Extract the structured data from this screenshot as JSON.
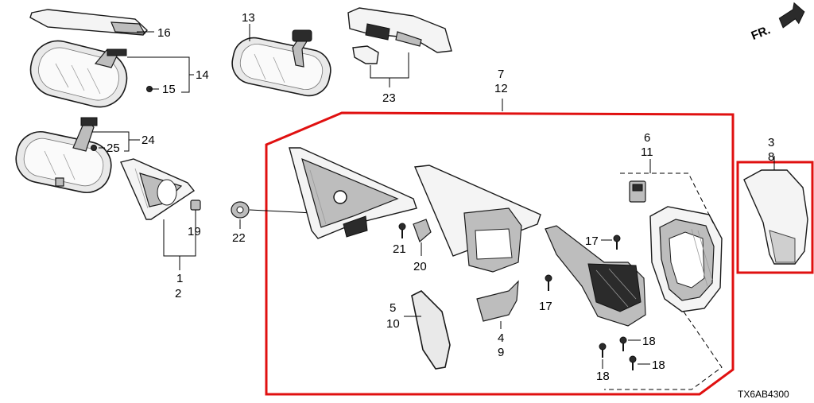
{
  "diagram_code": "TX6AB4300",
  "front_indicator": "FR.",
  "callouts": {
    "c1": "1",
    "c2": "2",
    "c3": "3",
    "c4": "4",
    "c5": "5",
    "c6": "6",
    "c7": "7",
    "c8": "8",
    "c9": "9",
    "c10": "10",
    "c11": "11",
    "c12": "12",
    "c13": "13",
    "c14": "14",
    "c15": "15",
    "c16": "16",
    "c17a": "17",
    "c17b": "17",
    "c18a": "18",
    "c18b": "18",
    "c18c": "18",
    "c19": "19",
    "c20": "20",
    "c21": "21",
    "c22": "22",
    "c23": "23",
    "c24": "24",
    "c25": "25"
  },
  "colors": {
    "highlight": "#e01010",
    "linework": "#1a1a1a"
  }
}
